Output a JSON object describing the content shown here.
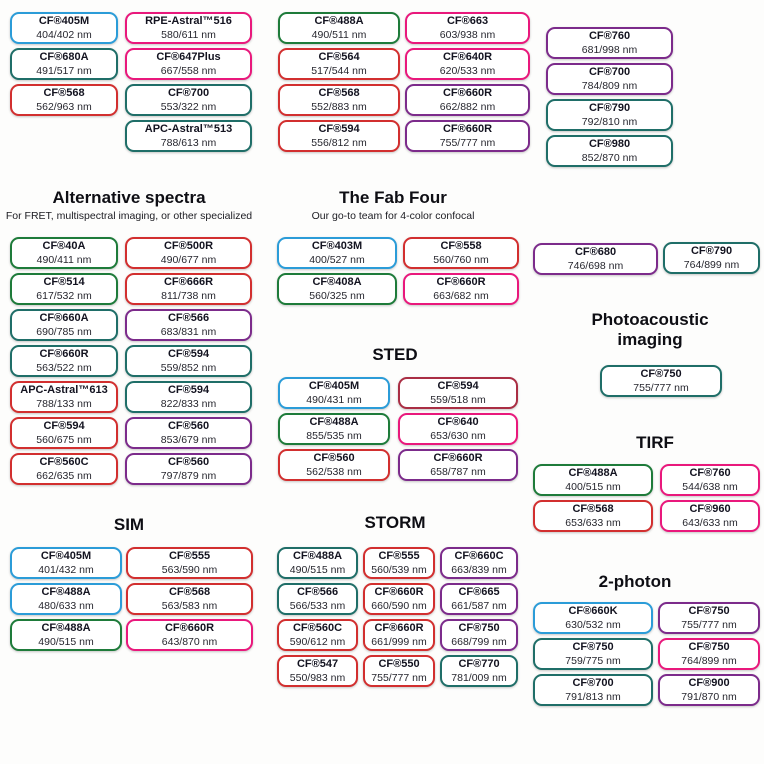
{
  "page": {
    "background": "#fdfdfc"
  },
  "palette": {
    "blue": "#2b9cd8",
    "green": "#1e7b3a",
    "teal": "#1f6e68",
    "red": "#d22f2f",
    "dark_red": "#aa2e44",
    "pink": "#e9187c",
    "purple": "#7c2b8b"
  },
  "sections": {
    "top_left": {
      "col1": [
        {
          "name": "CF®405M",
          "value": "404/402 nm",
          "color": "#2b9cd8"
        },
        {
          "name": "CF®680A",
          "value": "491/517 nm",
          "color": "#1f6e68"
        },
        {
          "name": "CF®568",
          "value": "562/963 nm",
          "color": "#d22f2f"
        }
      ],
      "col2": [
        {
          "name": "RPE-Astral™516",
          "value": "580/611 nm",
          "color": "#e9187c"
        },
        {
          "name": "CF®647Plus",
          "value": "667/558 nm",
          "color": "#e9187c"
        },
        {
          "name": "CF®700",
          "value": "553/322 nm",
          "color": "#1f6e68"
        },
        {
          "name": "APC-Astral™513",
          "value": "788/613 nm",
          "color": "#1f6e68"
        }
      ]
    },
    "top_mid": {
      "col1": [
        {
          "name": "CF®488A",
          "value": "490/511 nm",
          "color": "#1e7b3a"
        },
        {
          "name": "CF®564",
          "value": "517/544 nm",
          "color": "#d22f2f"
        },
        {
          "name": "CF®568",
          "value": "552/883 nm",
          "color": "#d22f2f"
        },
        {
          "name": "CF®594",
          "value": "556/812 nm",
          "color": "#d22f2f"
        }
      ],
      "col2": [
        {
          "name": "CF®663",
          "value": "603/938 nm",
          "color": "#e9187c"
        },
        {
          "name": "CF®640R",
          "value": "620/533 nm",
          "color": "#e9187c"
        },
        {
          "name": "CF®660R",
          "value": "662/882 nm",
          "color": "#7c2b8b"
        },
        {
          "name": "CF®660R",
          "value": "755/777 nm",
          "color": "#7c2b8b"
        }
      ]
    },
    "top_right": {
      "col": [
        {
          "name": "CF®760",
          "value": "681/998 nm",
          "color": "#7c2b8b"
        },
        {
          "name": "CF®700",
          "value": "784/809 nm",
          "color": "#7c2b8b"
        },
        {
          "name": "CF®790",
          "value": "792/810 nm",
          "color": "#1f6e68"
        },
        {
          "name": "CF®980",
          "value": "852/870 nm",
          "color": "#1f6e68"
        }
      ]
    },
    "alternative_spectra": {
      "title": "Alternative spectra",
      "subtitle": "For FRET, multispectral imaging, or other specialized",
      "col1": [
        {
          "name": "CF®40A",
          "value": "490/411 nm",
          "color": "#1e7b3a"
        },
        {
          "name": "CF®514",
          "value": "617/532 nm",
          "color": "#1e7b3a"
        },
        {
          "name": "CF®660A",
          "value": "690/785 nm",
          "color": "#1f6e68"
        },
        {
          "name": "CF®660R",
          "value": "563/522 nm",
          "color": "#1f6e68"
        },
        {
          "name": "APC-Astral™613",
          "value": "788/133 nm",
          "color": "#d22f2f"
        },
        {
          "name": "CF®594",
          "value": "560/675 nm",
          "color": "#d22f2f"
        },
        {
          "name": "CF®560C",
          "value": "662/635 nm",
          "color": "#d22f2f"
        }
      ],
      "col2": [
        {
          "name": "CF®500R",
          "value": "490/677 nm",
          "color": "#d22f2f"
        },
        {
          "name": "CF®666R",
          "value": "811/738 nm",
          "color": "#d22f2f"
        },
        {
          "name": "CF®566",
          "value": "683/831 nm",
          "color": "#7c2b8b"
        },
        {
          "name": "CF®594",
          "value": "559/852 nm",
          "color": "#1f6e68"
        },
        {
          "name": "CF®594",
          "value": "822/833 nm",
          "color": "#1f6e68"
        },
        {
          "name": "CF®560",
          "value": "853/679 nm",
          "color": "#7c2b8b"
        },
        {
          "name": "CF®560",
          "value": "797/879 nm",
          "color": "#7c2b8b"
        }
      ]
    },
    "fab_four": {
      "title": "The Fab Four",
      "subtitle": "Our go-to team for 4-color confocal",
      "col1": [
        {
          "name": "CF®403M",
          "value": "400/527 nm",
          "color": "#2b9cd8"
        },
        {
          "name": "CF®408A",
          "value": "560/325 nm",
          "color": "#1e7b3a"
        }
      ],
      "col2": [
        {
          "name": "CF®558",
          "value": "560/760 nm",
          "color": "#d22f2f"
        },
        {
          "name": "CF®660R",
          "value": "663/682 nm",
          "color": "#e9187c"
        }
      ]
    },
    "sted": {
      "title": "STED",
      "col1": [
        {
          "name": "CF®405M",
          "value": "490/431 nm",
          "color": "#2b9cd8"
        },
        {
          "name": "CF®488A",
          "value": "855/535 nm",
          "color": "#1e7b3a"
        },
        {
          "name": "CF®560",
          "value": "562/538 nm",
          "color": "#d22f2f"
        }
      ],
      "col2": [
        {
          "name": "CF®594",
          "value": "559/518 nm",
          "color": "#aa2e44"
        },
        {
          "name": "CF®640",
          "value": "653/630 nm",
          "color": "#e9187c"
        },
        {
          "name": "CF®660R",
          "value": "658/787 nm",
          "color": "#7c2b8b"
        }
      ]
    },
    "sim": {
      "title": "SIM",
      "col1": [
        {
          "name": "CF®405M",
          "value": "401/432 nm",
          "color": "#2b9cd8"
        },
        {
          "name": "CF®488A",
          "value": "480/633 nm",
          "color": "#2b9cd8"
        },
        {
          "name": "CF®488A",
          "value": "490/515 nm",
          "color": "#1e7b3a"
        }
      ],
      "col2": [
        {
          "name": "CF®555",
          "value": "563/590 nm",
          "color": "#d22f2f"
        },
        {
          "name": "CF®568",
          "value": "563/583 nm",
          "color": "#d22f2f"
        },
        {
          "name": "CF®660R",
          "value": "643/870 nm",
          "color": "#e9187c"
        }
      ]
    },
    "storm": {
      "title": "STORM",
      "col1": [
        {
          "name": "CF®488A",
          "value": "490/515 nm",
          "color": "#1f6e68"
        },
        {
          "name": "CF®566",
          "value": "566/533 nm",
          "color": "#1f6e68"
        },
        {
          "name": "CF®560C",
          "value": "590/612 nm",
          "color": "#d22f2f"
        },
        {
          "name": "CF®547",
          "value": "550/983 nm",
          "color": "#d22f2f"
        }
      ],
      "col2": [
        {
          "name": "CF®555",
          "value": "560/539 nm",
          "color": "#d22f2f"
        },
        {
          "name": "CF®660R",
          "value": "660/590 nm",
          "color": "#d22f2f"
        },
        {
          "name": "CF®660R",
          "value": "661/999 nm",
          "color": "#d22f2f"
        },
        {
          "name": "CF®550",
          "value": "755/777 nm",
          "color": "#d22f2f"
        }
      ],
      "col3": [
        {
          "name": "CF®660C",
          "value": "663/839 nm",
          "color": "#7c2b8b"
        },
        {
          "name": "CF®665",
          "value": "661/587 nm",
          "color": "#7c2b8b"
        },
        {
          "name": "CF®750",
          "value": "668/799 nm",
          "color": "#7c2b8b"
        },
        {
          "name": "CF®770",
          "value": "781/009 nm",
          "color": "#1f6e68"
        }
      ]
    },
    "mid_right_pair": {
      "col1": [
        {
          "name": "CF®680",
          "value": "746/698 nm",
          "color": "#7c2b8b"
        }
      ],
      "col2": [
        {
          "name": "CF®790",
          "value": "764/899 nm",
          "color": "#1f6e68"
        }
      ]
    },
    "photoacoustic": {
      "title": "Photoacoustic imaging",
      "col": [
        {
          "name": "CF®750",
          "value": "755/777 nm",
          "color": "#1f6e68"
        }
      ]
    },
    "tirf": {
      "title": "TIRF",
      "col1": [
        {
          "name": "CF®488A",
          "value": "400/515 nm",
          "color": "#1e7b3a"
        },
        {
          "name": "CF®568",
          "value": "653/633 nm",
          "color": "#d22f2f"
        }
      ],
      "col2": [
        {
          "name": "CF®760",
          "value": "544/638 nm",
          "color": "#e9187c"
        },
        {
          "name": "CF®960",
          "value": "643/633 nm",
          "color": "#e9187c"
        }
      ]
    },
    "two_photon": {
      "title": "2-photon",
      "col1": [
        {
          "name": "CF®660K",
          "value": "630/532 nm",
          "color": "#2b9cd8"
        },
        {
          "name": "CF®750",
          "value": "759/775 nm",
          "color": "#1f6e68"
        },
        {
          "name": "CF®700",
          "value": "791/813 nm",
          "color": "#1f6e68"
        }
      ],
      "col2": [
        {
          "name": "CF®750",
          "value": "755/777 nm",
          "color": "#7c2b8b"
        },
        {
          "name": "CF®750",
          "value": "764/899 nm",
          "color": "#e9187c"
        },
        {
          "name": "CF®900",
          "value": "791/870 nm",
          "color": "#7c2b8b"
        }
      ]
    }
  }
}
